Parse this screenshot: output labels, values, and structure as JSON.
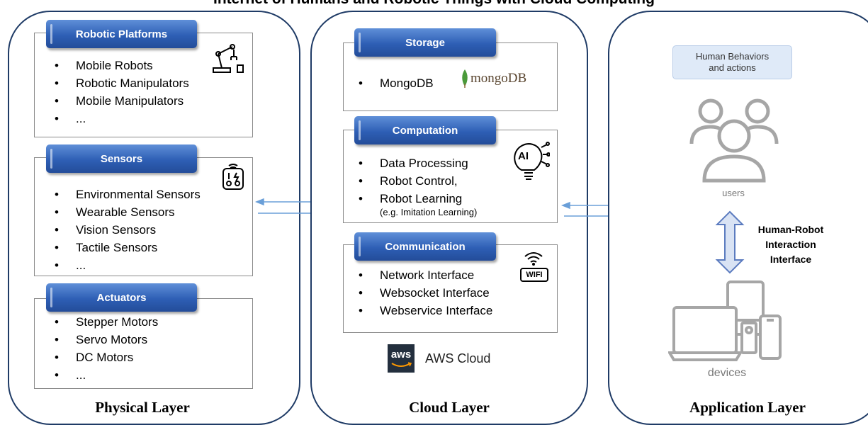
{
  "title": "Internet of Humans and Robotic Things with Cloud Computing",
  "physical": {
    "label": "Physical Layer",
    "robotic_platforms": {
      "header": "Robotic Platforms",
      "items": [
        "Mobile Robots",
        "Robotic Manipulators",
        "Mobile Manipulators",
        "..."
      ]
    },
    "sensors": {
      "header": "Sensors",
      "items": [
        "Environmental Sensors",
        "Wearable Sensors",
        "Vision Sensors",
        "Tactile Sensors",
        "..."
      ]
    },
    "actuators": {
      "header": "Actuators",
      "items": [
        "Stepper Motors",
        "Servo Motors",
        "DC Motors",
        "..."
      ]
    }
  },
  "cloud": {
    "label": "Cloud Layer",
    "storage": {
      "header": "Storage",
      "items": [
        "MongoDB"
      ],
      "logo_text": "mongoDB"
    },
    "computation": {
      "header": "Computation",
      "items": [
        "Data Processing",
        "Robot Control,",
        "Robot Learning"
      ],
      "note": "(e.g. Imitation Learning)",
      "icon_text": "AI"
    },
    "communication": {
      "header": "Communication",
      "items": [
        "Network Interface",
        "Websocket Interface",
        "Webservice Interface"
      ],
      "icon_text": "WIFI"
    },
    "aws_logo": "aws",
    "aws_label": "AWS Cloud"
  },
  "application": {
    "label": "Application Layer",
    "human_behaviors": "Human Behaviors and actions",
    "users_label": "users",
    "hri_label": "Human-Robot Interaction Interface",
    "devices_label": "devices"
  },
  "colors": {
    "layer_border": "#1f3b66",
    "header_blue": "#2e5fb5",
    "arrow_blue": "#6a9fd8",
    "icon_gray": "#a6a6a6",
    "mongo_green": "#4a9a3a"
  }
}
